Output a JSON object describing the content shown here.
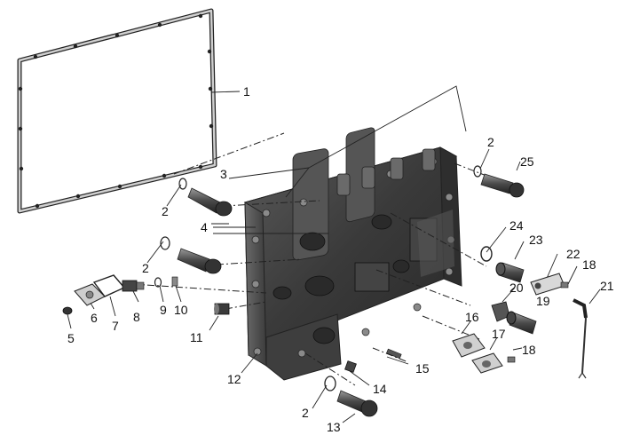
{
  "labels": {
    "l1": "1",
    "l2a": "2",
    "l2b": "2",
    "l2c": "2",
    "l2d": "2",
    "l3": "3",
    "l4": "4",
    "l5": "5",
    "l6": "6",
    "l7": "7",
    "l8": "8",
    "l9": "9",
    "l10": "10",
    "l11": "11",
    "l12": "12",
    "l13": "13",
    "l14": "14",
    "l15": "15",
    "l16": "16",
    "l17": "17",
    "l18a": "18",
    "l18b": "18",
    "l19": "19",
    "l20": "20",
    "l21": "21",
    "l22": "22",
    "l23": "23",
    "l24": "24",
    "l25": "25"
  }
}
